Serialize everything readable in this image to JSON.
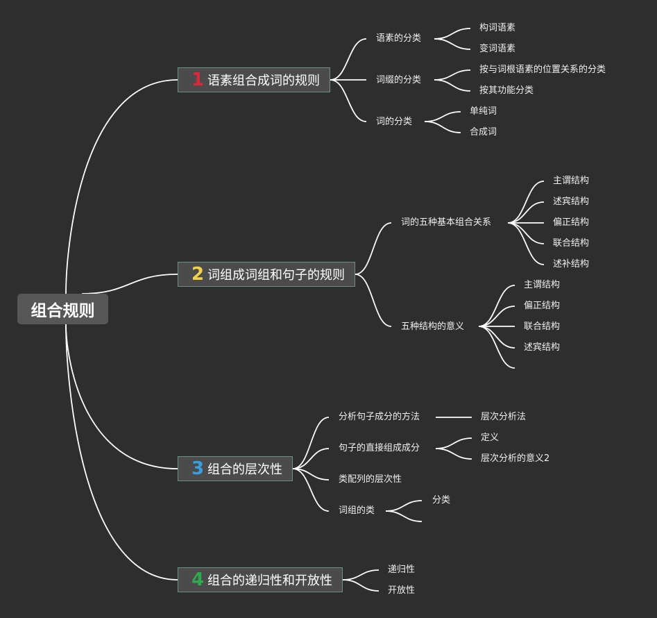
{
  "root": "组合规则",
  "colors": {
    "background": "#2e2e2e",
    "line": "#ffffff",
    "n1": "#d9283a",
    "n2": "#f2d24b",
    "n3": "#3c9ee0",
    "n4": "#2fa84f"
  },
  "branches": [
    {
      "num": "1",
      "label": "语素组合成词的规则",
      "children": [
        {
          "label": "语素的分类",
          "children": [
            "构词语素",
            "变词语素"
          ]
        },
        {
          "label": "词缀的分类",
          "children": [
            "按与词根语素的位置关系的分类",
            "按其功能分类"
          ]
        },
        {
          "label": "词的分类",
          "children": [
            "单纯词",
            "合成词"
          ]
        }
      ]
    },
    {
      "num": "2",
      "label": "词组成词组和句子的规则",
      "children": [
        {
          "label": "词的五种基本组合关系",
          "children": [
            "主谓结构",
            "述宾结构",
            "偏正结构",
            "联合结构",
            "述补结构"
          ]
        },
        {
          "label": "五种结构的意义",
          "children": [
            "主谓结构",
            "偏正结构",
            "联合结构",
            "述宾结构",
            ""
          ]
        }
      ]
    },
    {
      "num": "3",
      "label": "组合的层次性",
      "children": [
        {
          "label": "分析句子成分的方法",
          "children": [
            "层次分析法"
          ]
        },
        {
          "label": "句子的直接组成成分",
          "children": [
            "定义",
            "层次分析的意义2"
          ]
        },
        {
          "label": "类配列的层次性",
          "children": []
        },
        {
          "label": "词组的类",
          "children": [
            "分类",
            ""
          ]
        }
      ]
    },
    {
      "num": "4",
      "label": "组合的递归性和开放性",
      "children": [
        {
          "label": "递归性",
          "children": []
        },
        {
          "label": "开放性",
          "children": []
        }
      ]
    }
  ]
}
